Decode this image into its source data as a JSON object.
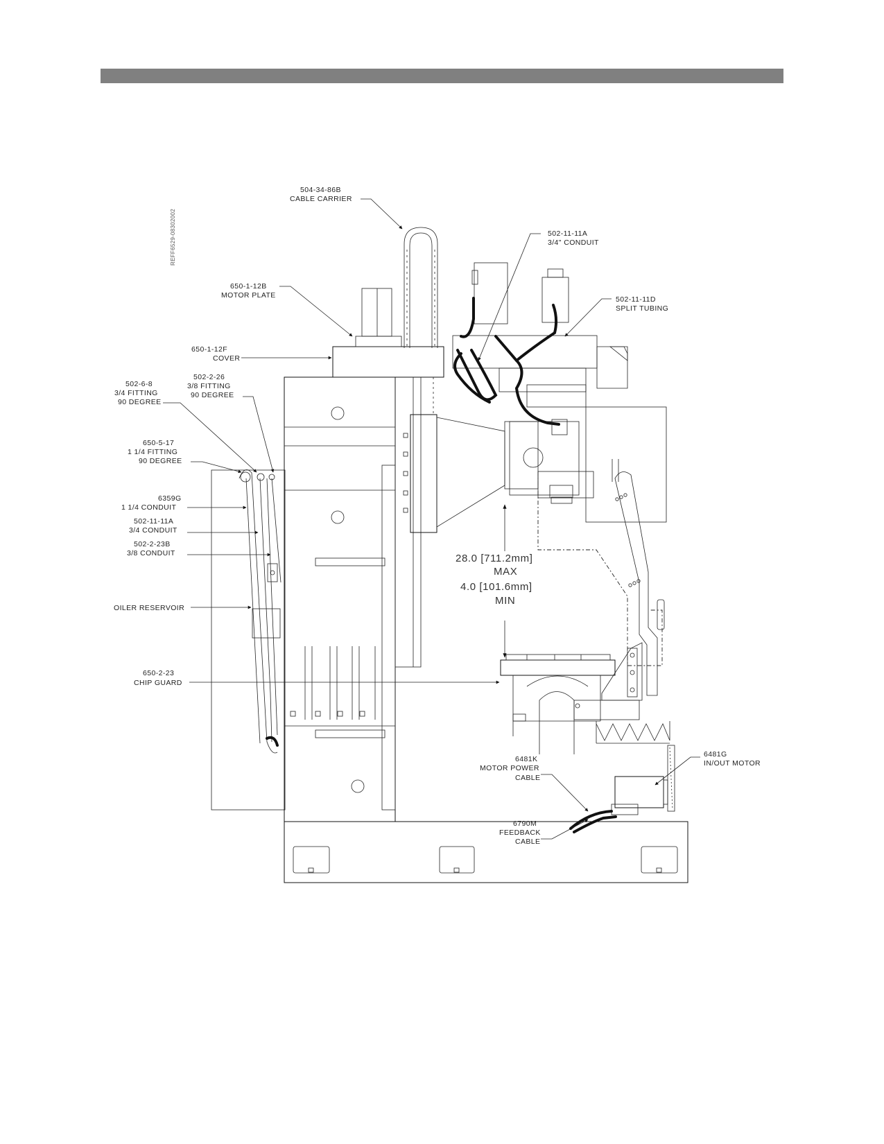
{
  "document": {
    "reference": "REFF6529-08302002",
    "header_bar_color": "#808080"
  },
  "labels": {
    "cable_carrier": {
      "part": "504-34-86B",
      "desc": "CABLE CARRIER"
    },
    "conduit_34_top": {
      "part": "502-11-11A",
      "desc": "3/4\" CONDUIT"
    },
    "split_tubing": {
      "part": "502-11-11D",
      "desc": "SPLIT TUBING"
    },
    "motor_plate": {
      "part": "650-1-12B",
      "desc": "MOTOR PLATE"
    },
    "cover": {
      "part": "650-1-12F",
      "desc": "COVER"
    },
    "fitting_38": {
      "part": "502-2-26",
      "desc1": "3/8 FITTING",
      "desc2": "90 DEGREE"
    },
    "fitting_34": {
      "part": "502-6-8",
      "desc1": "3/4 FITTING",
      "desc2": "90 DEGREE"
    },
    "fitting_114": {
      "part": "650-5-17",
      "desc1": "1 1/4 FITTING",
      "desc2": "90 DEGREE"
    },
    "conduit_114": {
      "part": "6359G",
      "desc": "1 1/4 CONDUIT"
    },
    "conduit_34": {
      "part": "502-11-11A",
      "desc": "3/4 CONDUIT"
    },
    "conduit_38": {
      "part": "502-2-23B",
      "desc": "3/8 CONDUIT"
    },
    "oiler": {
      "desc": "OILER RESERVOIR"
    },
    "chip_guard": {
      "part": "650-2-23",
      "desc": "CHIP GUARD"
    },
    "motor_power_cable": {
      "part": "6481K",
      "desc1": "MOTOR POWER",
      "desc2": "CABLE"
    },
    "in_out_motor": {
      "part": "6481G",
      "desc": "IN/OUT MOTOR"
    },
    "feedback_cable": {
      "part": "6790M",
      "desc1": "FEEDBACK",
      "desc2": "CABLE"
    }
  },
  "dimension": {
    "max_value": "28.0 [711.2mm]",
    "max_label": "MAX",
    "min_value": "4.0 [101.6mm]",
    "min_label": "MIN"
  }
}
